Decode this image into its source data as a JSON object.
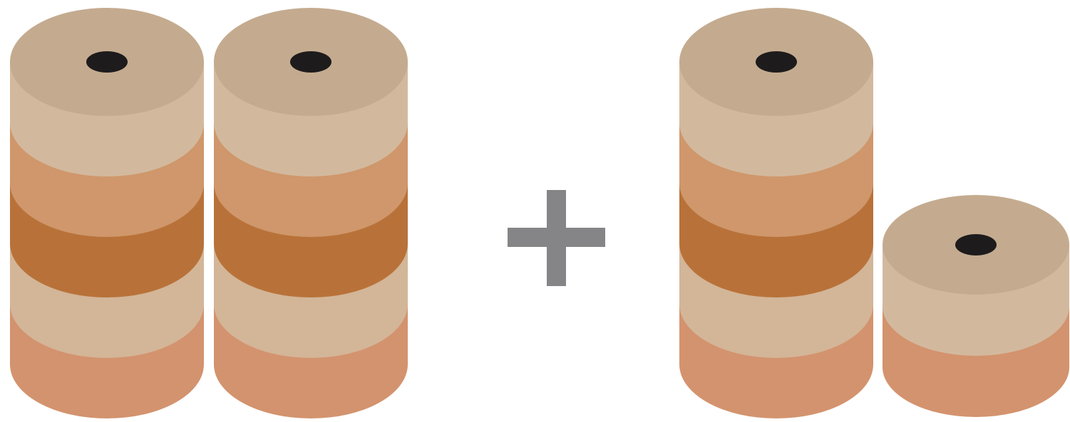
{
  "palette": {
    "top": "#c4ab8f",
    "band_light": "#d2b99e",
    "band_peach": "#cf976b",
    "band_dark": "#b87239",
    "band_sand": "#d3b598",
    "band_base": "#d3936e",
    "hole": "#1d1b1c",
    "plus": "#858587"
  },
  "groups": [
    {
      "name": "left-group",
      "stacks": [
        {
          "layers": [
            "band_base",
            "band_sand",
            "band_dark",
            "band_peach",
            "band_light"
          ]
        },
        {
          "layers": [
            "band_base",
            "band_sand",
            "band_dark",
            "band_peach",
            "band_light"
          ]
        }
      ]
    },
    {
      "name": "operator",
      "symbol": "plus-icon"
    },
    {
      "name": "right-group",
      "stacks": [
        {
          "layers": [
            "band_base",
            "band_sand",
            "band_dark",
            "band_peach",
            "band_light"
          ]
        },
        {
          "layers": [
            "band_base",
            "band_light"
          ]
        }
      ]
    }
  ]
}
